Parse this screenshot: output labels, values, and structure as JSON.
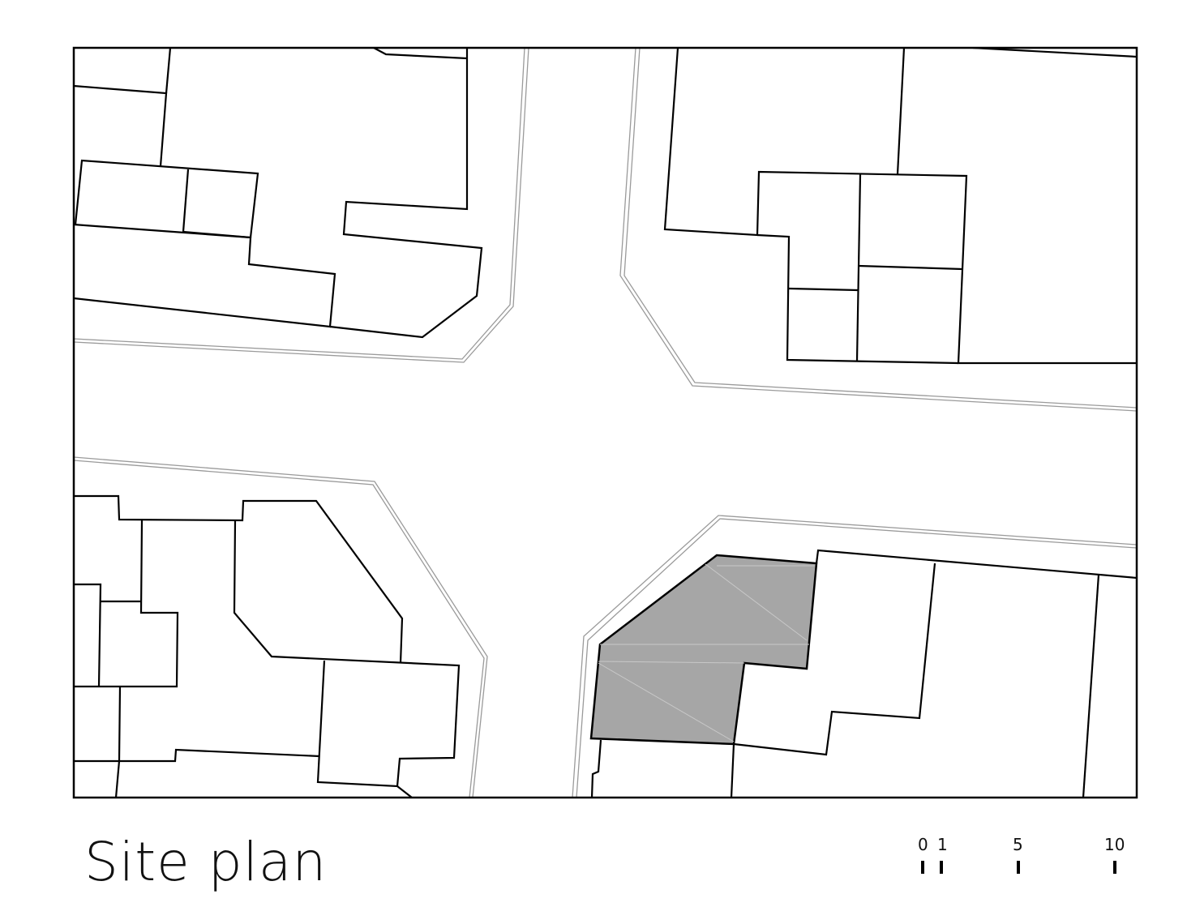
{
  "title": "Site plan",
  "scale_bar": {
    "labels": [
      "0",
      "1",
      "5",
      "10"
    ]
  },
  "colors": {
    "line": "#000000",
    "road_edge": "#9a9a9a",
    "highlight_fill": "#a6a6a6",
    "background": "#ffffff"
  }
}
